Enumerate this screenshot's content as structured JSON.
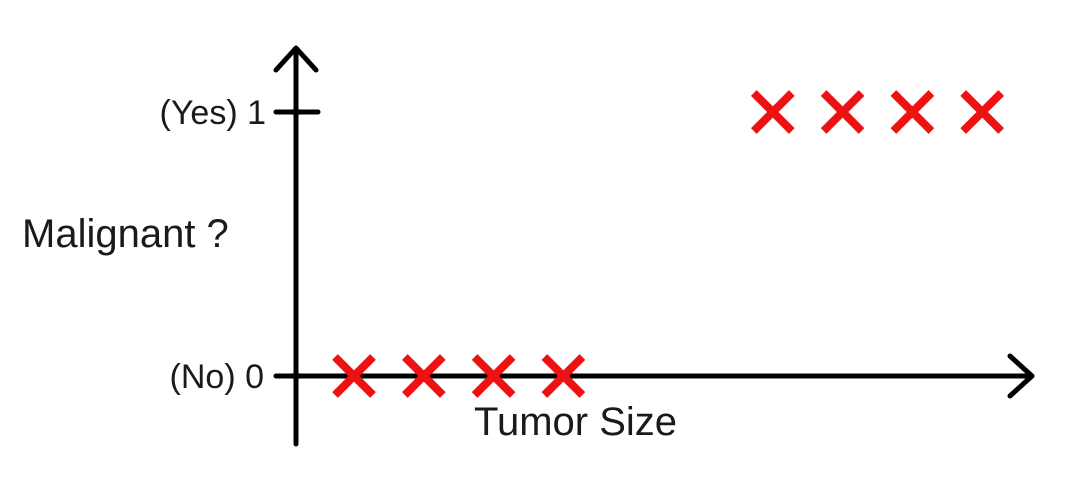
{
  "chart_data": {
    "type": "scatter",
    "xlabel": "Tumor Size",
    "ylabel": "Malignant ?",
    "y_ticks": [
      {
        "value": 0,
        "label": "(No) 0"
      },
      {
        "value": 1,
        "label": "(Yes) 1"
      }
    ],
    "marker": "x",
    "marker_color": "#ee1111",
    "x_axis_numbers_shown": false,
    "grid": false,
    "series": [
      {
        "points": [
          {
            "x": 1,
            "y": 0
          },
          {
            "x": 2,
            "y": 0
          },
          {
            "x": 3,
            "y": 0
          },
          {
            "x": 4,
            "y": 0
          },
          {
            "x": 7,
            "y": 1
          },
          {
            "x": 8,
            "y": 1
          },
          {
            "x": 9,
            "y": 1
          },
          {
            "x": 10,
            "y": 1
          }
        ]
      }
    ]
  }
}
